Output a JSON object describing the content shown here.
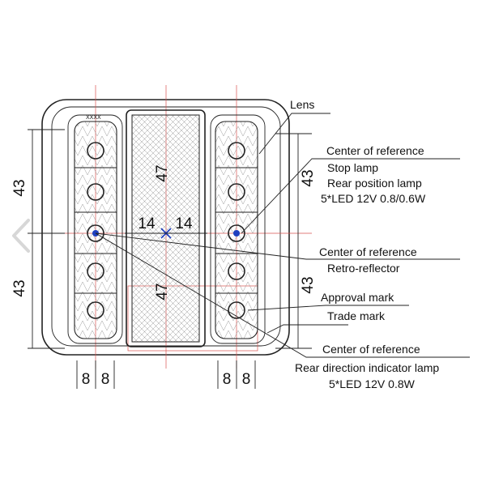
{
  "dimensions": {
    "left_upper": "43",
    "left_lower": "43",
    "right_upper": "43",
    "right_lower": "43",
    "center_upper": "47",
    "center_lower": "47",
    "horiz_left": "14",
    "horiz_right": "14",
    "bottom_left_a": "8",
    "bottom_left_b": "8",
    "bottom_right_a": "8",
    "bottom_right_b": "8"
  },
  "callouts": {
    "lens": "Lens",
    "center_ref_1": "Center of reference",
    "stop_lamp": "Stop lamp",
    "rear_position_lamp": "Rear position lamp",
    "stop_spec": "5*LED 12V 0.8/0.6W",
    "center_ref_2": "Center of reference",
    "retro_reflector": "Retro-reflector",
    "approval_mark": "Approval mark",
    "trade_mark": "Trade mark",
    "center_ref_3": "Center of reference",
    "indicator_lamp": "Rear direction indicator lamp",
    "indicator_spec": "5*LED 12V 0.8W"
  },
  "stamp": "XXXX",
  "colors": {
    "outline": "#222222",
    "construction_lines": "#d9534f",
    "reference_point": "#1f3fbf",
    "prev_arrow": "#d7d7d7"
  },
  "icons": {
    "carousel_prev": "chevron-left-icon"
  }
}
